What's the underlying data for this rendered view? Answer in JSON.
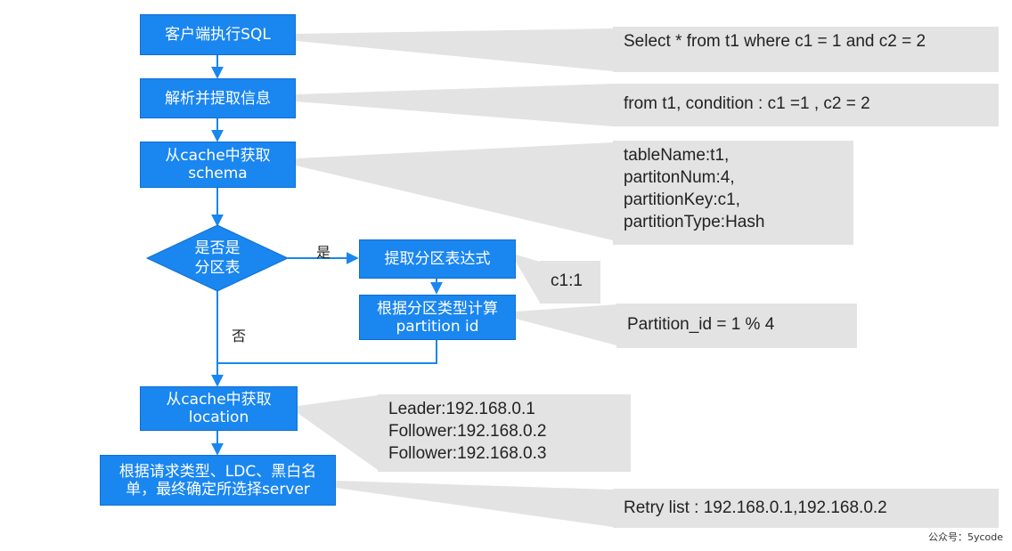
{
  "flow": {
    "step1": "客户端执行SQL",
    "step2": "解析并提取信息",
    "step3_line1": "从cache中获取",
    "step3_line2": "schema",
    "decision_line1": "是否是",
    "decision_line2": "分区表",
    "yes_label": "是",
    "no_label": "否",
    "branch1": "提取分区表达式",
    "branch2_line1": "根据分区类型计算",
    "branch2_line2": "partition id",
    "step4_line1": "从cache中获取",
    "step4_line2": "location",
    "step5_line1": "根据请求类型、LDC、黑白名",
    "step5_line2": "单，最终确定所选择server"
  },
  "notes": {
    "sql": "Select * from t1 where c1 = 1 and c2 = 2",
    "parse": "from t1, condition : c1 =1 , c2 = 2",
    "schema_lines": [
      "tableName:t1,",
      "partitonNum:4,",
      "partitionKey:c1,",
      "partitionType:Hash"
    ],
    "expr": "c1:1",
    "partition": "Partition_id = 1 % 4",
    "location_lines": [
      "Leader:192.168.0.1",
      "Follower:192.168.0.2",
      "Follower:192.168.0.3"
    ],
    "retry": "Retry list : 192.168.0.1,192.168.0.2"
  },
  "colors": {
    "box_fill": "#1a86f0",
    "note_fill": "#e3e3e3",
    "connector": "#1a86f0"
  },
  "watermark": "公众号：5ycode"
}
